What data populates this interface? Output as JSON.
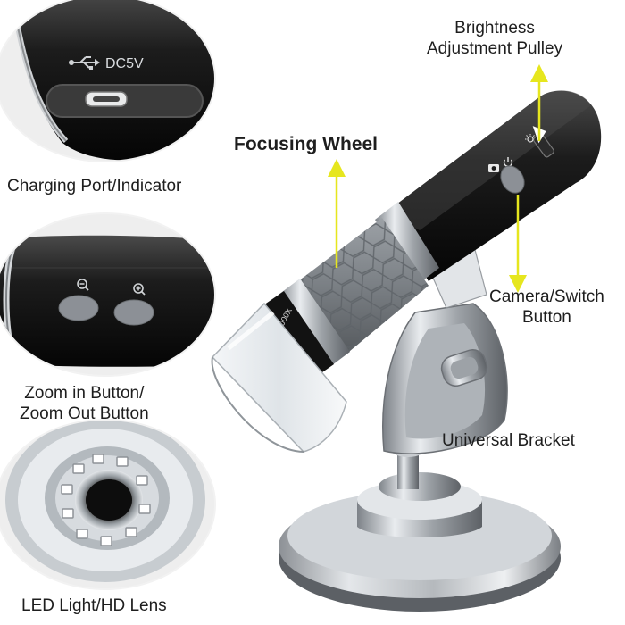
{
  "insets": {
    "charging": {
      "port_label": "DC5V",
      "caption": "Charging Port/Indicator"
    },
    "zoom": {
      "caption_line1": "Zoom in Button/",
      "caption_line2": "Zoom Out Button"
    },
    "lens": {
      "caption": "LED Light/HD Lens"
    }
  },
  "callouts": {
    "brightness": {
      "line1": "Brightness",
      "line2": "Adjustment Pulley"
    },
    "focusing": {
      "text": "Focusing Wheel"
    },
    "camera_switch": {
      "line1": "Camera/Switch",
      "line2": "Button"
    },
    "bracket": {
      "text": "Universal Bracket"
    }
  },
  "colors": {
    "body_dark": "#1a1a1a",
    "grip_gray": "#7f8489",
    "button_gray": "#8c9096",
    "arrow_yellow": "#e6e61e",
    "metal": "#c9cdd1"
  }
}
